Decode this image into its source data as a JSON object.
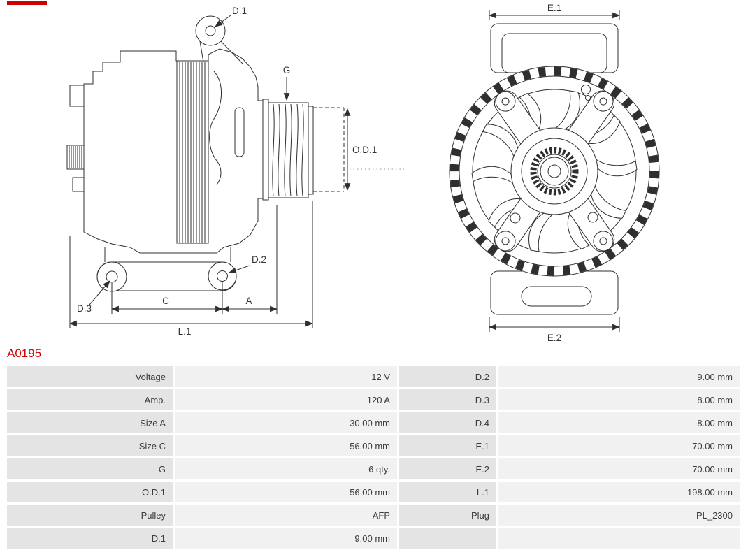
{
  "brand": {
    "accent_color": "#cc0000"
  },
  "part": {
    "number": "A0195"
  },
  "drawing": {
    "side_labels": {
      "d1": "D.1",
      "g": "G",
      "od1": "O.D.1",
      "d2": "D.2",
      "d3": "D.3",
      "c": "C",
      "a": "A",
      "l1": "L.1"
    },
    "front_labels": {
      "e1": "E.1",
      "e2": "E.2"
    }
  },
  "spec_table": {
    "rows": [
      {
        "label1": "Voltage",
        "value1": "12 V",
        "label2": "D.2",
        "value2": "9.00 mm"
      },
      {
        "label1": "Amp.",
        "value1": "120 A",
        "label2": "D.3",
        "value2": "8.00 mm"
      },
      {
        "label1": "Size A",
        "value1": "30.00 mm",
        "label2": "D.4",
        "value2": "8.00 mm"
      },
      {
        "label1": "Size C",
        "value1": "56.00 mm",
        "label2": "E.1",
        "value2": "70.00 mm"
      },
      {
        "label1": "G",
        "value1": "6 qty.",
        "label2": "E.2",
        "value2": "70.00 mm"
      },
      {
        "label1": "O.D.1",
        "value1": "56.00 mm",
        "label2": "L.1",
        "value2": "198.00 mm"
      },
      {
        "label1": "Pulley",
        "value1": "AFP",
        "label2": "Plug",
        "value2": "PL_2300"
      },
      {
        "label1": "D.1",
        "value1": "9.00 mm",
        "label2": "",
        "value2": ""
      }
    ]
  }
}
